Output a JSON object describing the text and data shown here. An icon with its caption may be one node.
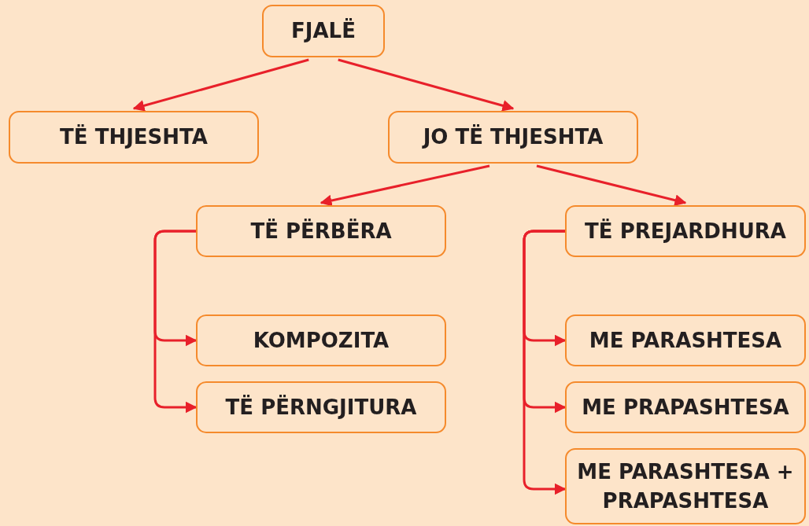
{
  "diagram": {
    "nodes": [
      {
        "text": [
          "FJALË"
        ]
      },
      {
        "text": [
          "TË THJESHTA"
        ]
      },
      {
        "text": [
          "JO TË THJESHTA"
        ]
      },
      {
        "text": [
          "TË PËRBËRA"
        ]
      },
      {
        "text": [
          "TË PREJARDHURA"
        ]
      },
      {
        "text": [
          "KOMPOZITA"
        ]
      },
      {
        "text": [
          "TË PËRNGJITURA"
        ]
      },
      {
        "text": [
          "ME PARASHTESA"
        ]
      },
      {
        "text": [
          "ME PRAPASHTESA"
        ]
      },
      {
        "text": [
          "ME PARASHTESA + PRAPASHTESA"
        ]
      }
    ],
    "edges": [
      {
        "from": 0,
        "to": 1,
        "arrow": "to"
      },
      {
        "from": 0,
        "to": 2,
        "arrow": "to"
      },
      {
        "from": 2,
        "to": 3,
        "arrow": "to"
      },
      {
        "from": 2,
        "to": 4,
        "arrow": "to"
      },
      {
        "from": 3,
        "to": 5,
        "arrow": "to"
      },
      {
        "from": 3,
        "to": 6,
        "arrow": "to"
      },
      {
        "from": 4,
        "to": 7,
        "arrow": "to"
      },
      {
        "from": 4,
        "to": 8,
        "arrow": "to"
      },
      {
        "from": 4,
        "to": 9,
        "arrow": "to"
      }
    ]
  }
}
